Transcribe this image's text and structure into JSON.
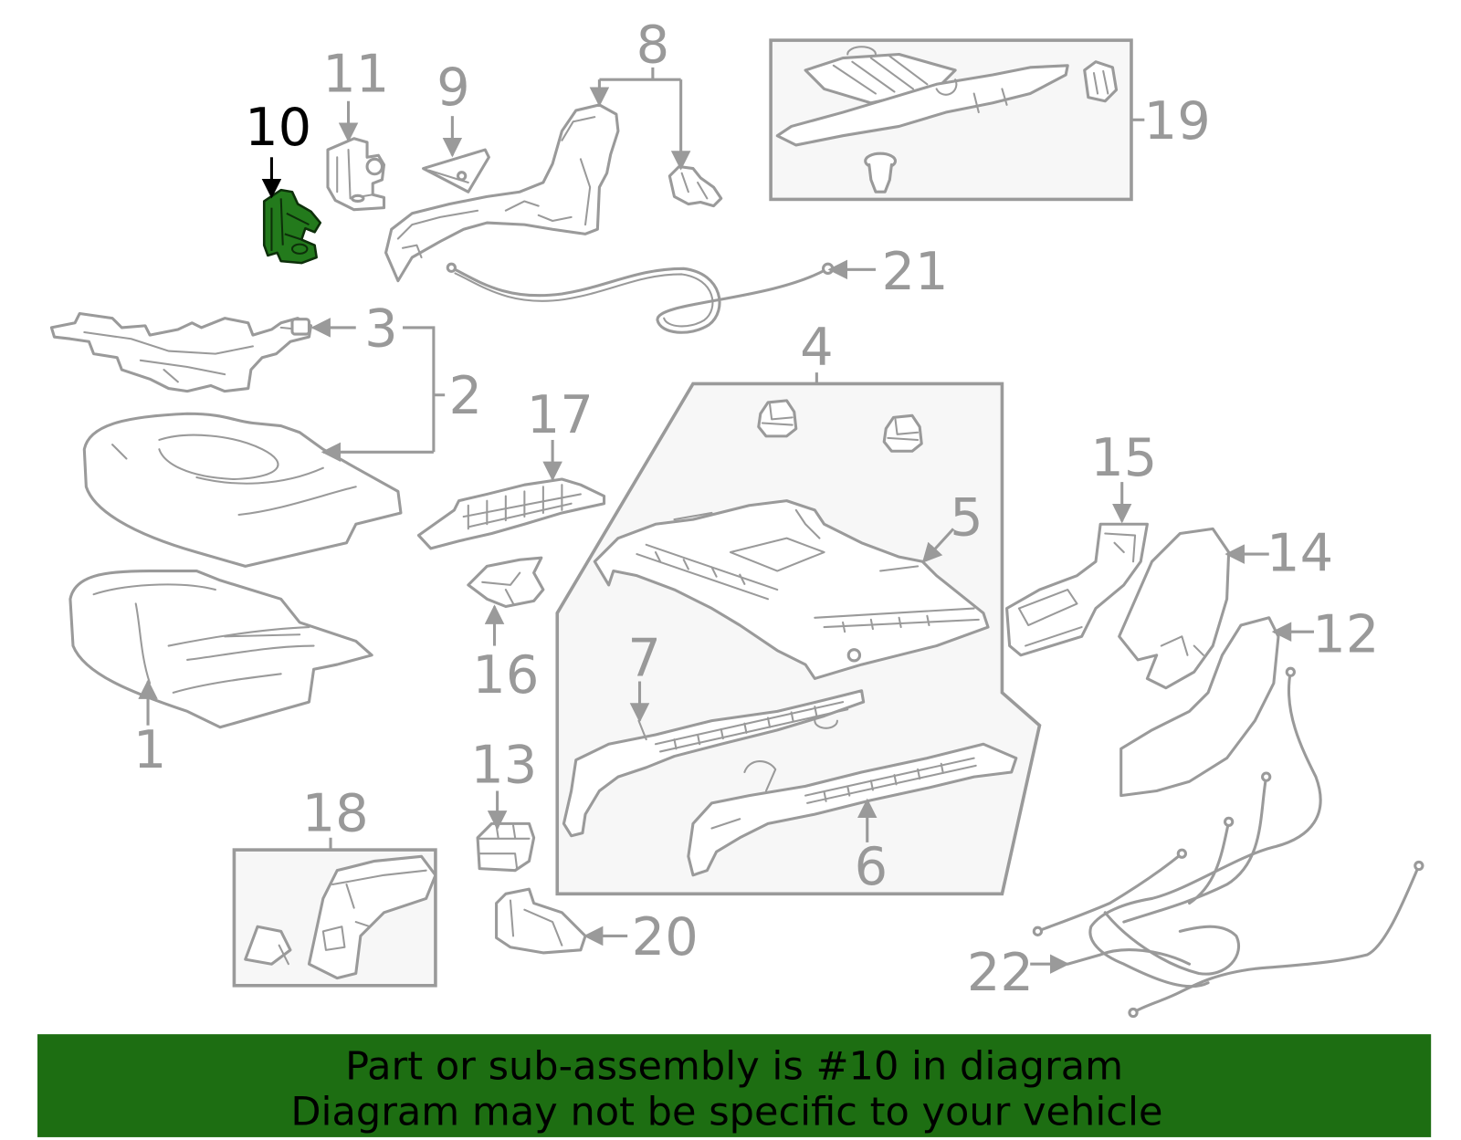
{
  "diagram": {
    "callouts": [
      "1",
      "2",
      "3",
      "4",
      "5",
      "6",
      "7",
      "8",
      "9",
      "10",
      "11",
      "12",
      "13",
      "14",
      "15",
      "16",
      "17",
      "18",
      "19",
      "20",
      "21",
      "22"
    ],
    "highlighted_part": "10"
  },
  "banner": {
    "line1": "Part or sub-assembly is #10 in diagram",
    "line2": "Diagram may not be specific to your vehicle"
  },
  "colors": {
    "line": "#9a9a9a",
    "label": "#999999",
    "active_label": "#000000",
    "highlight": "#237a1c",
    "banner": "#1d6e12",
    "banner_text": "#000000"
  }
}
